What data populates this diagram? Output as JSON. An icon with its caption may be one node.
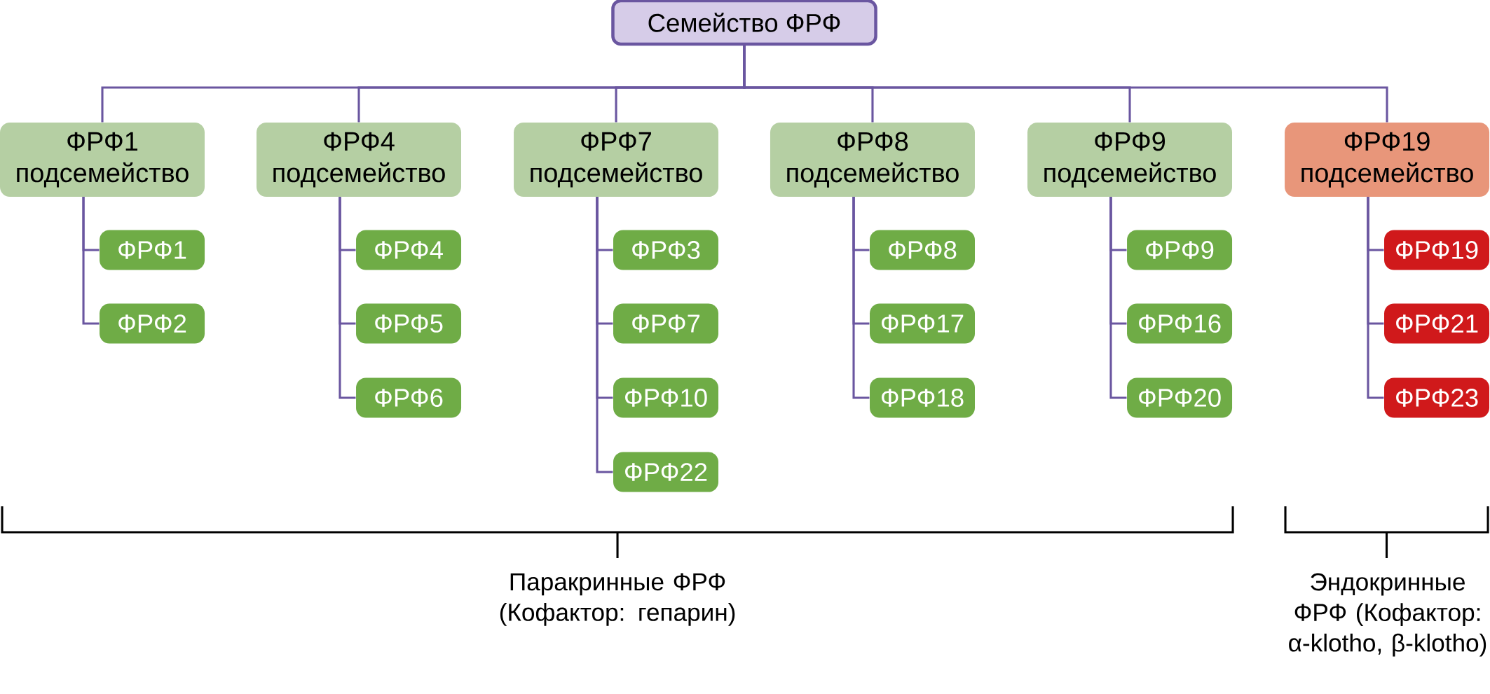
{
  "diagram": {
    "nodes": [
      {
        "text": [
          "Семейство ФРФ"
        ]
      },
      {
        "text": [
          "ФРФ1",
          "подсемейство"
        ]
      },
      {
        "text": [
          "ФРФ1"
        ]
      },
      {
        "text": [
          "ФРФ2"
        ]
      },
      {
        "text": [
          "ФРФ4",
          "подсемейство"
        ]
      },
      {
        "text": [
          "ФРФ4"
        ]
      },
      {
        "text": [
          "ФРФ5"
        ]
      },
      {
        "text": [
          "ФРФ6"
        ]
      },
      {
        "text": [
          "ФРФ7",
          "подсемейство"
        ]
      },
      {
        "text": [
          "ФРФ3"
        ]
      },
      {
        "text": [
          "ФРФ7"
        ]
      },
      {
        "text": [
          "ФРФ10"
        ]
      },
      {
        "text": [
          "ФРФ22"
        ]
      },
      {
        "text": [
          "ФРФ8",
          "подсемейство"
        ]
      },
      {
        "text": [
          "ФРФ8"
        ]
      },
      {
        "text": [
          "ФРФ17"
        ]
      },
      {
        "text": [
          "ФРФ18"
        ]
      },
      {
        "text": [
          "ФРФ9",
          "подсемейство"
        ]
      },
      {
        "text": [
          "ФРФ9"
        ]
      },
      {
        "text": [
          "ФРФ16"
        ]
      },
      {
        "text": [
          "ФРФ20"
        ]
      },
      {
        "text": [
          "ФРФ19",
          "подсемейство"
        ]
      },
      {
        "text": [
          "ФРФ19"
        ]
      },
      {
        "text": [
          "ФРФ21"
        ]
      },
      {
        "text": [
          "ФРФ23"
        ]
      }
    ],
    "edges": [
      {
        "from": 0,
        "to": 1,
        "arrow": "none"
      },
      {
        "from": 0,
        "to": 4,
        "arrow": "none"
      },
      {
        "from": 0,
        "to": 8,
        "arrow": "none"
      },
      {
        "from": 0,
        "to": 13,
        "arrow": "none"
      },
      {
        "from": 0,
        "to": 17,
        "arrow": "none"
      },
      {
        "from": 0,
        "to": 21,
        "arrow": "none"
      },
      {
        "from": 1,
        "to": 2,
        "arrow": "none"
      },
      {
        "from": 1,
        "to": 3,
        "arrow": "none"
      },
      {
        "from": 4,
        "to": 5,
        "arrow": "none"
      },
      {
        "from": 4,
        "to": 6,
        "arrow": "none"
      },
      {
        "from": 4,
        "to": 7,
        "arrow": "none"
      },
      {
        "from": 8,
        "to": 9,
        "arrow": "none"
      },
      {
        "from": 8,
        "to": 10,
        "arrow": "none"
      },
      {
        "from": 8,
        "to": 11,
        "arrow": "none"
      },
      {
        "from": 8,
        "to": 12,
        "arrow": "none"
      },
      {
        "from": 13,
        "to": 14,
        "arrow": "none"
      },
      {
        "from": 13,
        "to": 15,
        "arrow": "none"
      },
      {
        "from": 13,
        "to": 16,
        "arrow": "none"
      },
      {
        "from": 17,
        "to": 18,
        "arrow": "none"
      },
      {
        "from": 17,
        "to": 19,
        "arrow": "none"
      },
      {
        "from": 17,
        "to": 20,
        "arrow": "none"
      },
      {
        "from": 21,
        "to": 22,
        "arrow": "none"
      },
      {
        "from": 21,
        "to": 23,
        "arrow": "none"
      },
      {
        "from": 21,
        "to": 24,
        "arrow": "none"
      }
    ],
    "labels": [
      "Паракринные ФРФ (Кофактор: гепарин)",
      "Эндокринные ФРФ (Кофактор: α-klotho, β-klotho)"
    ]
  }
}
